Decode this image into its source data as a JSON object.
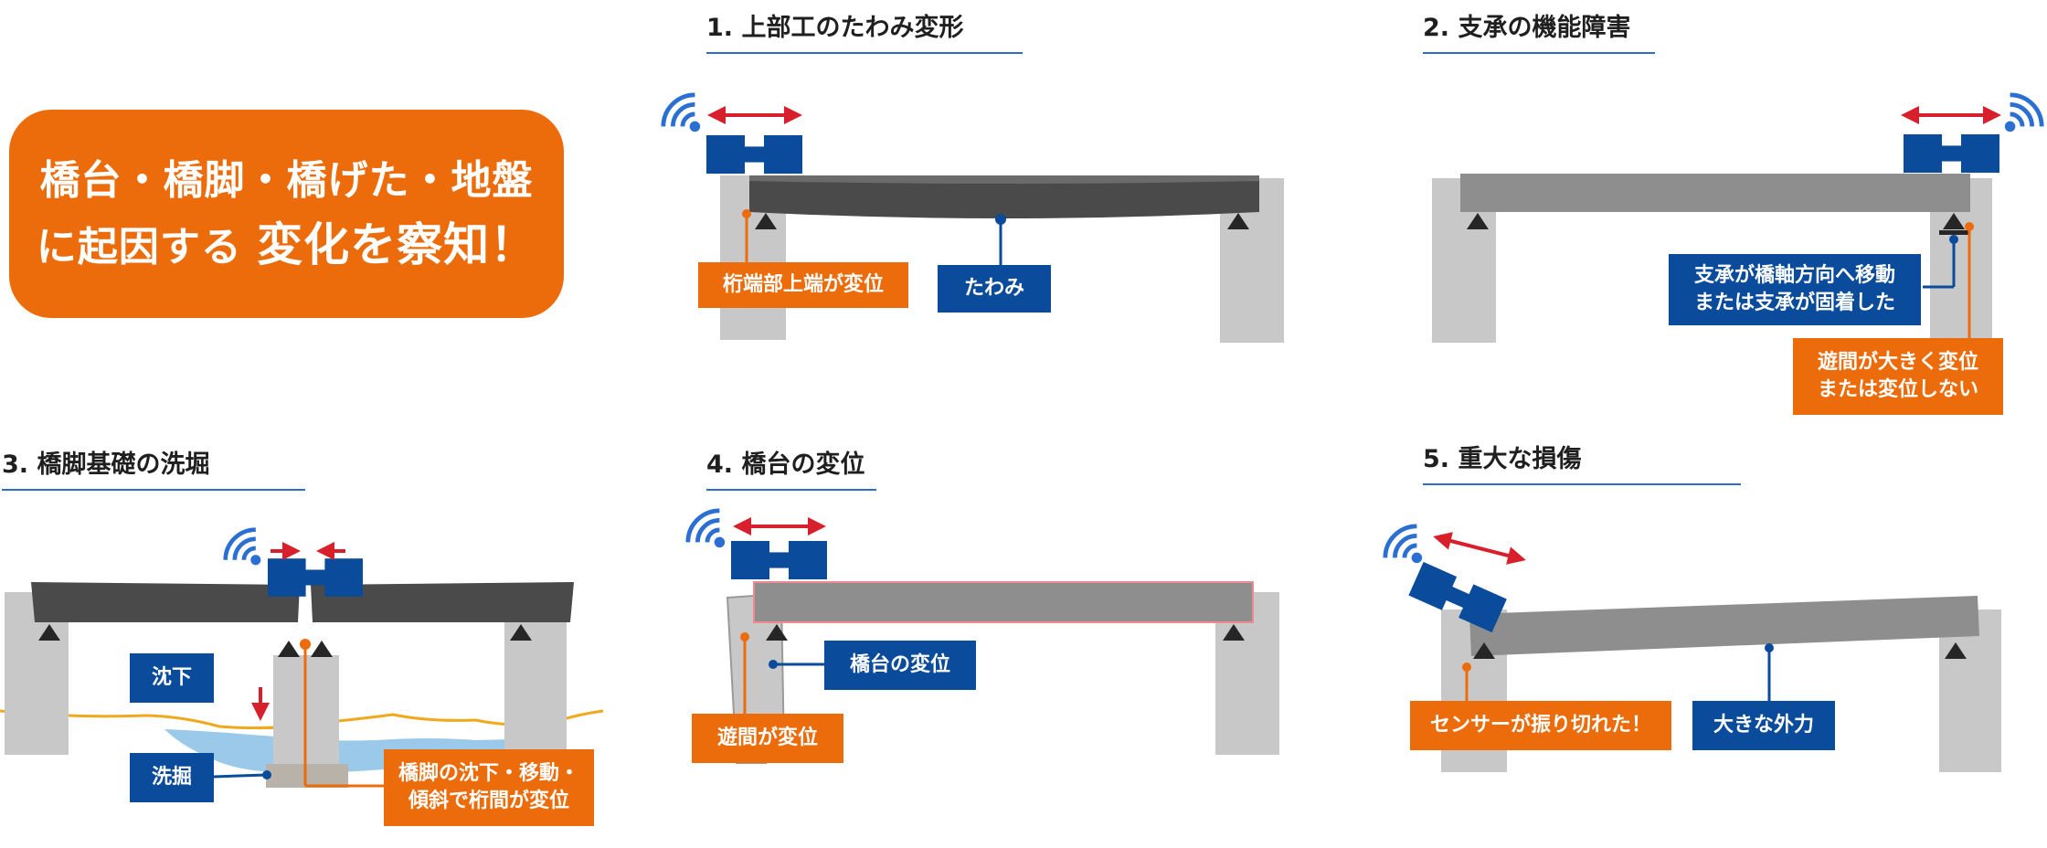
{
  "hero": {
    "line1": "橋台・橋脚・橋げた・地盤",
    "line2_prefix": "に起因する",
    "line2_main": "変化を察知！"
  },
  "panels": [
    {
      "title": "1. 上部工のたわみ変形",
      "labels": {
        "a": "桁端部上端が変位",
        "b": "たわみ"
      }
    },
    {
      "title": "2. 支承の機能障害",
      "labels": {
        "a_line1": "支承が橋軸方向へ移動",
        "a_line2": "または支承が固着した",
        "b_line1": "遊間が大きく変位",
        "b_line2": "または変位しない"
      }
    },
    {
      "title": "3. 橋脚基礎の洗堀",
      "labels": {
        "a": "沈下",
        "b": "洗掘",
        "c_line1": "橋脚の沈下・移動・",
        "c_line2": "傾斜で桁間が変位"
      }
    },
    {
      "title": "4. 橋台の変位",
      "labels": {
        "a": "橋台の変位",
        "b": "遊間が変位"
      }
    },
    {
      "title": "5. 重大な損傷",
      "labels": {
        "a": "センサーが振り切れた！",
        "b": "大きな外力"
      }
    }
  ],
  "colors": {
    "orange": "#ec6c0c",
    "blue": "#0a4b9b",
    "signal_blue": "#2a6fd1",
    "arrow_red": "#d7202c",
    "girder_dark": "#4a4a4a",
    "girder_mid": "#8e8e8e",
    "pier_gray": "#c8c8c9",
    "water": "#8fc3e8",
    "ground_line": "#f0a81c"
  }
}
